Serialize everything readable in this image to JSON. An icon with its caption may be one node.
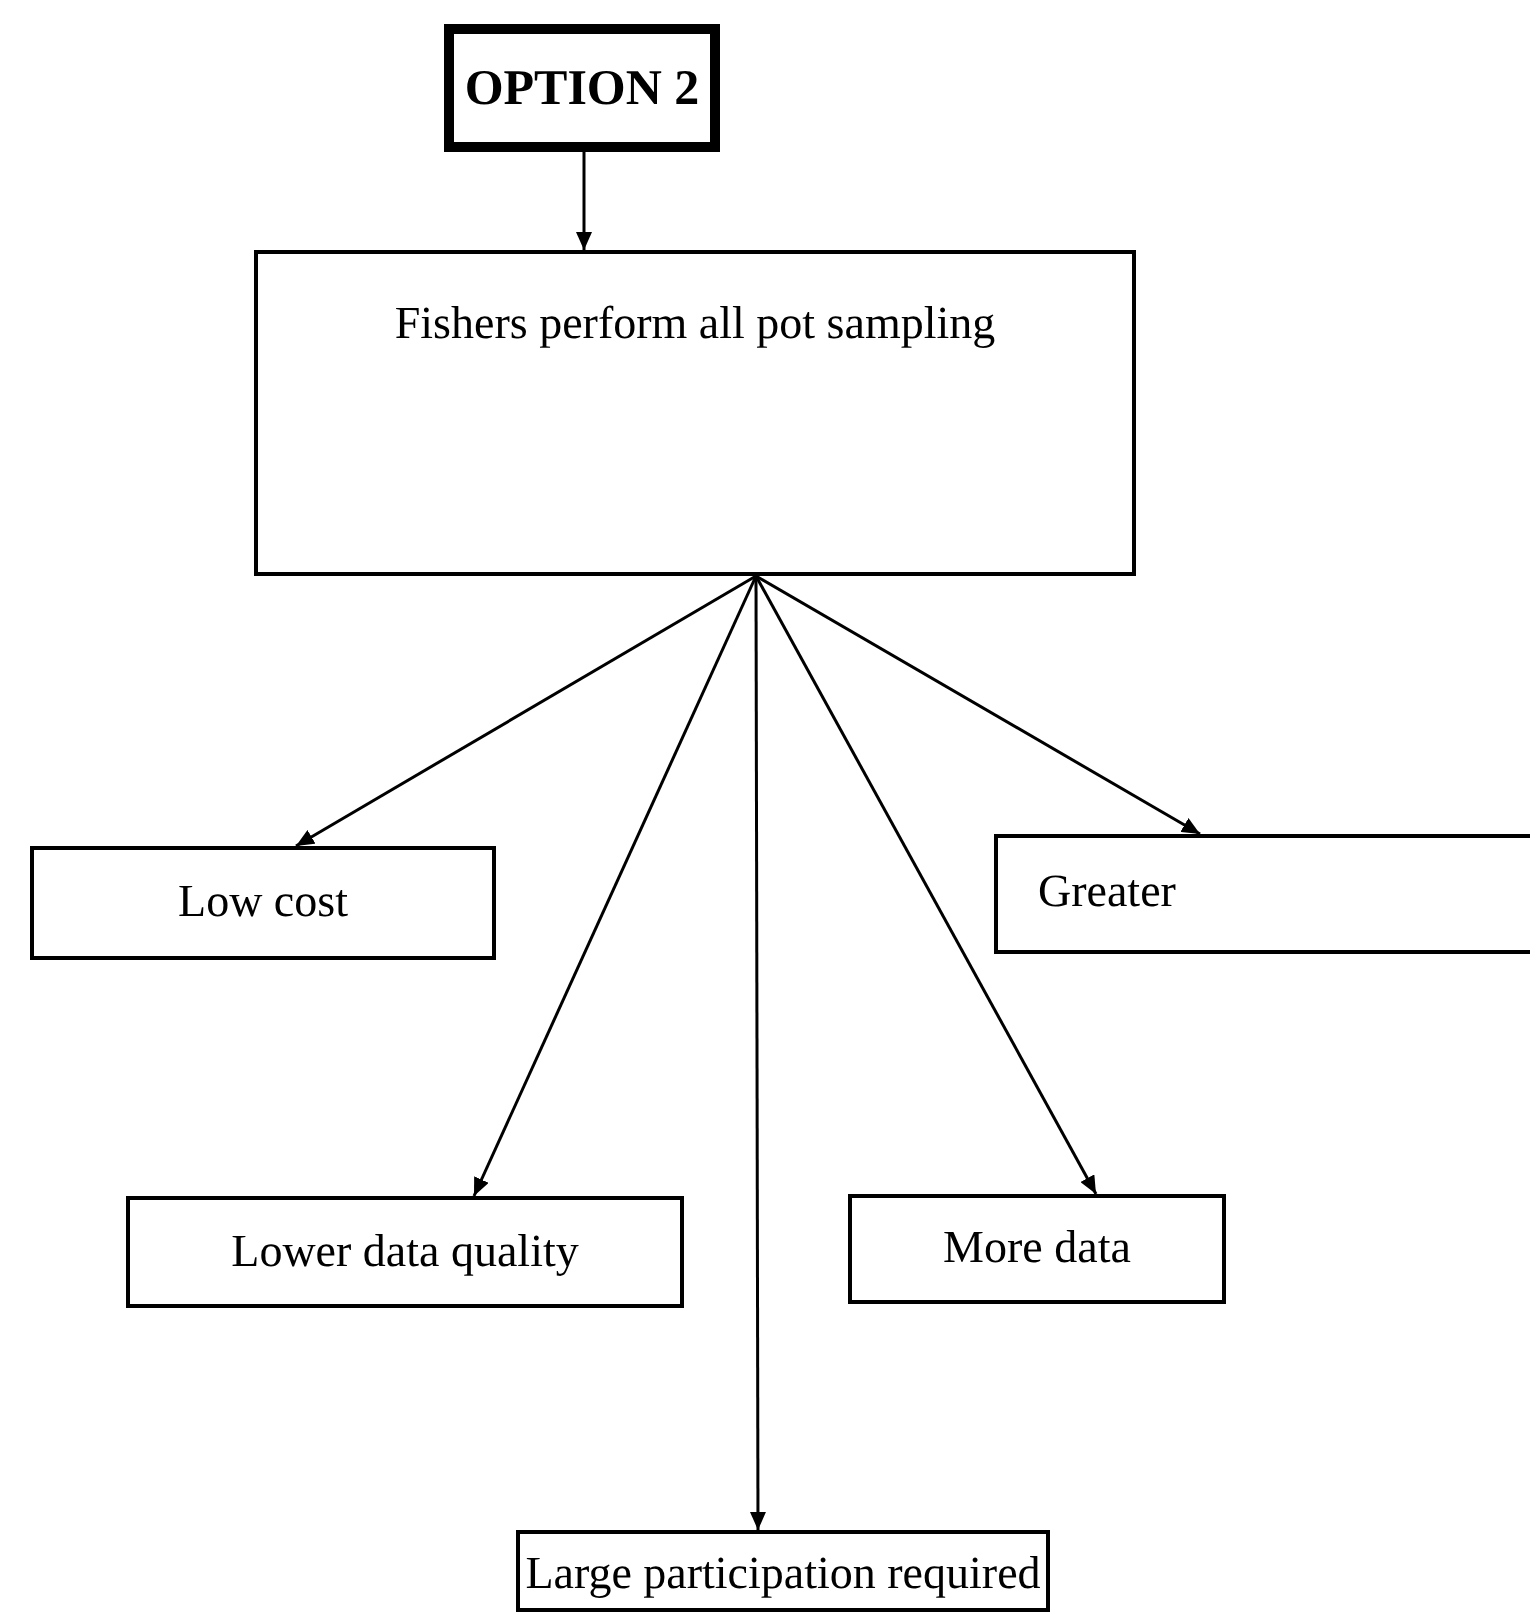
{
  "diagram": {
    "nodes": [
      {
        "text": [
          "OPTION 2"
        ]
      },
      {
        "text": [
          "Fishers perform all pot sampling"
        ]
      },
      {
        "text": [
          "Low cost"
        ]
      },
      {
        "text": [
          "Greater"
        ]
      },
      {
        "text": [
          "Lower data quality"
        ]
      },
      {
        "text": [
          "More data"
        ]
      },
      {
        "text": [
          "Large participation required"
        ]
      }
    ],
    "edges": [
      {
        "from": 0,
        "to": 1,
        "arrow": "to"
      },
      {
        "from": 1,
        "to": 2,
        "arrow": "to"
      },
      {
        "from": 1,
        "to": 3,
        "arrow": "to"
      },
      {
        "from": 1,
        "to": 4,
        "arrow": "to"
      },
      {
        "from": 1,
        "to": 5,
        "arrow": "to"
      },
      {
        "from": 1,
        "to": 6,
        "arrow": "to"
      }
    ]
  }
}
